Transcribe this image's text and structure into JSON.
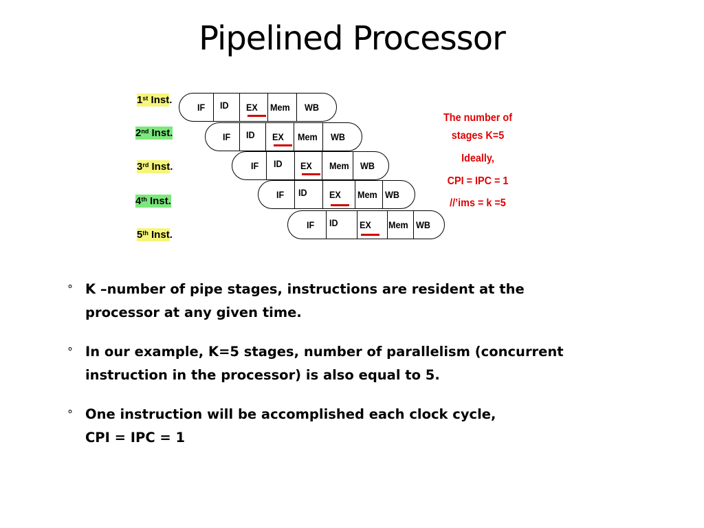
{
  "title": "Pipelined Processor",
  "colors": {
    "note_red": "#e00000",
    "underline_red": "#d00000",
    "highlight_yellow": "#f5f57a",
    "highlight_green": "#7ce87c"
  },
  "instructions": [
    {
      "num": "1",
      "sup": "st",
      "word": "Inst",
      "suffix": ".",
      "highlight": "yellow"
    },
    {
      "num": "2",
      "sup": "nd",
      "word": "Inst.",
      "suffix": "",
      "highlight": "green"
    },
    {
      "num": "3",
      "sup": "rd",
      "word": "Inst",
      "suffix": ".",
      "highlight": "yellow"
    },
    {
      "num": "4",
      "sup": "th",
      "word": "Inst.",
      "suffix": "",
      "highlight": "green"
    },
    {
      "num": "5",
      "sup": "th",
      "word": "Inst",
      "suffix": ".",
      "highlight": "yellow"
    }
  ],
  "stages": [
    "IF",
    "ID",
    "EX",
    "Mem",
    "WB"
  ],
  "note_lines": [
    "The number of",
    "stages K=5",
    "Ideally,",
    "CPI = IPC = 1",
    "//’ims = k =5"
  ],
  "bullets": [
    {
      "mark": "°",
      "lines": [
        "K –number of pipe stages,  instructions are resident at the",
        "processor at any given time."
      ]
    },
    {
      "mark": "°",
      "lines": [
        "In our example, K=5 stages, number of parallelism (concurrent",
        "instruction in the processor) is also equal to 5."
      ]
    },
    {
      "mark": "°",
      "lines": [
        "One instruction will be accomplished each clock cycle,",
        "CPI = IPC = 1"
      ]
    }
  ]
}
